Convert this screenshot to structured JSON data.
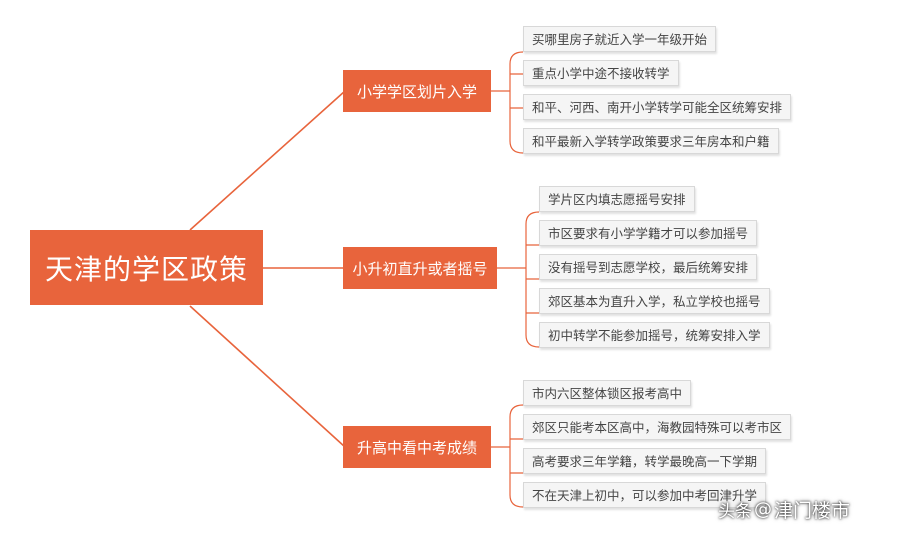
{
  "root": {
    "title": "天津的学区政策"
  },
  "branches": [
    {
      "label": "小学学区划片入学",
      "items": [
        "买哪里房子就近入学一年级开始",
        "重点小学中途不接收转学",
        "和平、河西、南开小学转学可能全区统筹安排",
        "和平最新入学转学政策要求三年房本和户籍"
      ]
    },
    {
      "label": "小升初直升或者摇号",
      "items": [
        "学片区内填志愿摇号安排",
        "市区要求有小学学籍才可以参加摇号",
        "没有摇号到志愿学校，最后统筹安排",
        "郊区基本为直升入学，私立学校也摇号",
        "初中转学不能参加摇号，统筹安排入学"
      ]
    },
    {
      "label": "升高中看中考成绩",
      "items": [
        "市内六区整体锁区报考高中",
        "郊区只能考本区高中，海教园特殊可以考市区",
        "高考要求三年学籍，转学最晚高一下学期",
        "不在天津上初中，可以参加中考回津升学"
      ]
    }
  ],
  "watermark": {
    "brand": "头条",
    "at": "@",
    "account": "津门楼市"
  },
  "colors": {
    "accent": "#e8643c",
    "leaf_bg": "#f5f5f5",
    "leaf_text": "#444444"
  }
}
